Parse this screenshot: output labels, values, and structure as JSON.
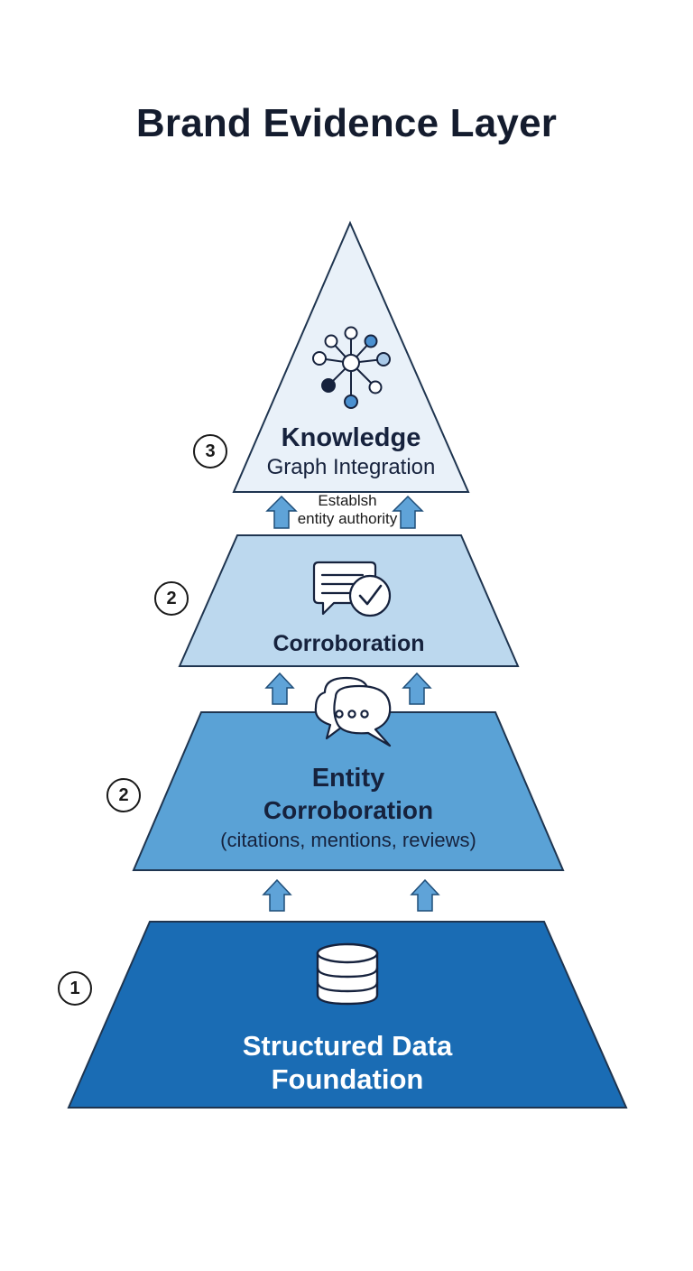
{
  "title": "Brand Evidence Layer",
  "layers": [
    {
      "id": "knowledge-graph",
      "step": "3",
      "line1": "Knowledge",
      "line2": "Graph Integration",
      "icon": "network-icon",
      "fill": "#e9f1f9"
    },
    {
      "id": "corroboration",
      "step": "2",
      "line1": "Corroboration",
      "icon": "checked-document-chat-icon",
      "fill": "#bcd8ee"
    },
    {
      "id": "entity-corroboration",
      "step": "2",
      "line1": "Entity",
      "line2": "Corroboration",
      "line3": "(citations, mentions, reviews)",
      "icon": "chat-bubbles-icon",
      "fill": "#5aa2d6"
    },
    {
      "id": "structured-data",
      "step": "1",
      "line1": "Structured Data",
      "line2": "Foundation",
      "icon": "database-icon",
      "fill": "#1a6cb4"
    }
  ],
  "connector_caption": {
    "line1": "Establsh",
    "line2": "entity authority"
  },
  "colors": {
    "outline": "#1f3550",
    "arrow_fill": "#5fa3d8",
    "arrow_stroke": "#1f4e79",
    "title": "#141c2e"
  }
}
